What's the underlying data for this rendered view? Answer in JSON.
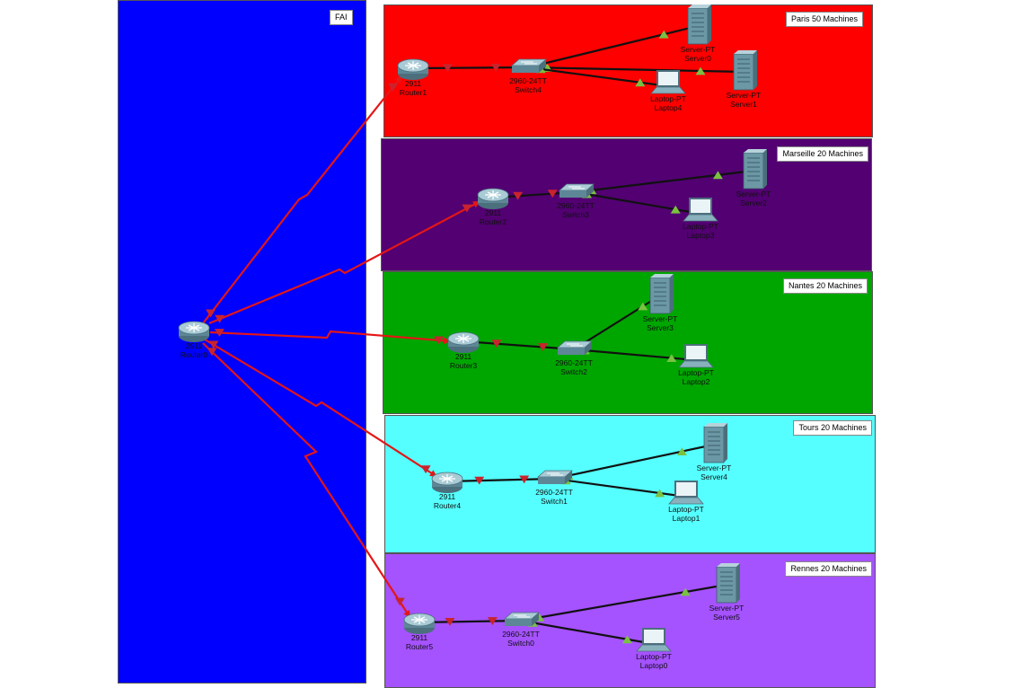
{
  "colors": {
    "fai": "#0000ff",
    "paris": "#ff0000",
    "marseille": "#520072",
    "nantes": "#00a600",
    "tours": "#55ffff",
    "rennes": "#a552ff",
    "serial_link": "#e41616",
    "ethernet_link": "#111111",
    "link_up": "#7ac142",
    "link_down": "#c9232e"
  },
  "zones": {
    "fai": {
      "label": "FAI"
    },
    "paris": {
      "label": "Paris 50 Machines"
    },
    "marseille": {
      "label": "Marseille 20 Machines"
    },
    "nantes": {
      "label": "Nantes 20 Machines"
    },
    "tours": {
      "label": "Tours 20 Machines"
    },
    "rennes": {
      "label": "Rennes 20 Machines"
    }
  },
  "devices": {
    "router0": {
      "model": "2911",
      "name": "Router0",
      "icon": "router-icon"
    },
    "router1": {
      "model": "2911",
      "name": "Router1",
      "icon": "router-icon"
    },
    "router2": {
      "model": "2911",
      "name": "Router2",
      "icon": "router-icon"
    },
    "router3": {
      "model": "2911",
      "name": "Router3",
      "icon": "router-icon"
    },
    "router4": {
      "model": "2911",
      "name": "Router4",
      "icon": "router-icon"
    },
    "router5": {
      "model": "2911",
      "name": "Router5",
      "icon": "router-icon"
    },
    "switch0": {
      "model": "2960-24TT",
      "name": "Switch0",
      "icon": "switch-icon"
    },
    "switch1": {
      "model": "2960-24TT",
      "name": "Switch1",
      "icon": "switch-icon"
    },
    "switch2": {
      "model": "2960-24TT",
      "name": "Switch2",
      "icon": "switch-icon"
    },
    "switch3": {
      "model": "2960-24TT",
      "name": "Switch3",
      "icon": "switch-icon"
    },
    "switch4": {
      "model": "2960-24TT",
      "name": "Switch4",
      "icon": "switch-icon"
    },
    "server0": {
      "model": "Server-PT",
      "name": "Server0",
      "icon": "server-icon"
    },
    "server1": {
      "model": "Server-PT",
      "name": "Server1",
      "icon": "server-icon"
    },
    "server2": {
      "model": "Server-PT",
      "name": "Server2",
      "icon": "server-icon"
    },
    "server3": {
      "model": "Server-PT",
      "name": "Server3",
      "icon": "server-icon"
    },
    "server4": {
      "model": "Server-PT",
      "name": "Server4",
      "icon": "server-icon"
    },
    "server5": {
      "model": "Server-PT",
      "name": "Server5",
      "icon": "server-icon"
    },
    "laptop0": {
      "model": "Laptop-PT",
      "name": "Laptop0",
      "icon": "laptop-icon"
    },
    "laptop1": {
      "model": "Laptop-PT",
      "name": "Laptop1",
      "icon": "laptop-icon"
    },
    "laptop2": {
      "model": "Laptop-PT",
      "name": "Laptop2",
      "icon": "laptop-icon"
    },
    "laptop3": {
      "model": "Laptop-PT",
      "name": "Laptop3",
      "icon": "laptop-icon"
    },
    "laptop4": {
      "model": "Laptop-PT",
      "name": "Laptop4",
      "icon": "laptop-icon"
    }
  },
  "links": [
    {
      "from": "router0",
      "to": "router1",
      "type": "serial",
      "status": "down"
    },
    {
      "from": "router0",
      "to": "router2",
      "type": "serial",
      "status": "down"
    },
    {
      "from": "router0",
      "to": "router3",
      "type": "serial",
      "status": "down"
    },
    {
      "from": "router0",
      "to": "router4",
      "type": "serial",
      "status": "down"
    },
    {
      "from": "router0",
      "to": "router5",
      "type": "serial",
      "status": "down"
    },
    {
      "from": "router1",
      "to": "switch4",
      "type": "ethernet",
      "status": "down"
    },
    {
      "from": "switch4",
      "to": "server0",
      "type": "ethernet",
      "status": "up"
    },
    {
      "from": "switch4",
      "to": "server1",
      "type": "ethernet",
      "status": "up"
    },
    {
      "from": "switch4",
      "to": "laptop4",
      "type": "ethernet",
      "status": "up"
    },
    {
      "from": "router2",
      "to": "switch3",
      "type": "ethernet",
      "status": "down"
    },
    {
      "from": "switch3",
      "to": "server2",
      "type": "ethernet",
      "status": "up"
    },
    {
      "from": "switch3",
      "to": "laptop3",
      "type": "ethernet",
      "status": "up"
    },
    {
      "from": "router3",
      "to": "switch2",
      "type": "ethernet",
      "status": "down"
    },
    {
      "from": "switch2",
      "to": "server3",
      "type": "ethernet",
      "status": "up"
    },
    {
      "from": "switch2",
      "to": "laptop2",
      "type": "ethernet",
      "status": "up"
    },
    {
      "from": "router4",
      "to": "switch1",
      "type": "ethernet",
      "status": "down"
    },
    {
      "from": "switch1",
      "to": "server4",
      "type": "ethernet",
      "status": "up"
    },
    {
      "from": "switch1",
      "to": "laptop1",
      "type": "ethernet",
      "status": "up"
    },
    {
      "from": "router5",
      "to": "switch0",
      "type": "ethernet",
      "status": "down"
    },
    {
      "from": "switch0",
      "to": "server5",
      "type": "ethernet",
      "status": "up"
    },
    {
      "from": "switch0",
      "to": "laptop0",
      "type": "ethernet",
      "status": "up"
    }
  ]
}
